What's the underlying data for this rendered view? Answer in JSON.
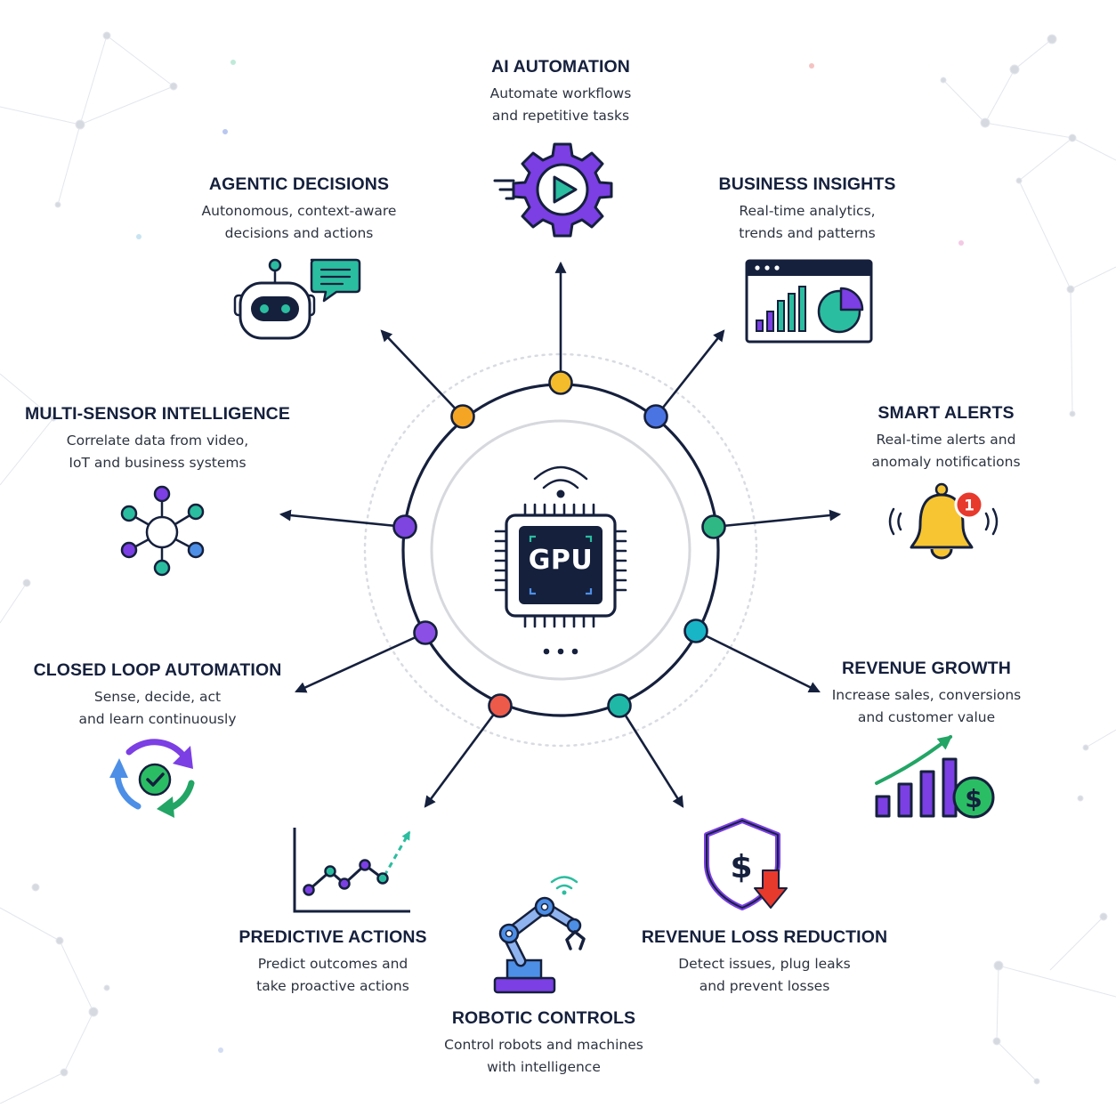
{
  "center": {
    "label": "GPU",
    "icons": [
      "wifi-icon",
      "chip-icon",
      "ellipsis-icon"
    ]
  },
  "nodes": [
    {
      "id": "ai-automation",
      "title": "AI AUTOMATION",
      "desc": [
        "Automate workflows",
        "and repetitive tasks"
      ],
      "icon": "gear-play-icon",
      "color": "#f4bb2a"
    },
    {
      "id": "business-insights",
      "title": "BUSINESS INSIGHTS",
      "desc": [
        "Real-time analytics,",
        "trends and patterns"
      ],
      "icon": "dashboard-chart-icon",
      "color": "#4b74e3"
    },
    {
      "id": "smart-alerts",
      "title": "SMART ALERTS",
      "desc": [
        "Real-time alerts and",
        "anomaly notifications"
      ],
      "icon": "bell-icon",
      "color": "#2fb884",
      "badge": "1"
    },
    {
      "id": "revenue-growth",
      "title": "REVENUE GROWTH",
      "desc": [
        "Increase sales, conversions",
        "and customer value"
      ],
      "icon": "growth-chart-icon",
      "color": "#18b5c7"
    },
    {
      "id": "revenue-loss-reduction",
      "title": "REVENUE LOSS REDUCTION",
      "desc": [
        "Detect issues, plug leaks",
        "and prevent losses"
      ],
      "icon": "shield-dollar-icon",
      "color": "#1fb8a6"
    },
    {
      "id": "robotic-controls",
      "title": "ROBOTIC CONTROLS",
      "desc": [
        "Control robots and machines",
        "with intelligence"
      ],
      "icon": "robot-arm-icon"
    },
    {
      "id": "predictive-actions",
      "title": "PREDICTIVE ACTIONS",
      "desc": [
        "Predict outcomes and",
        "take proactive actions"
      ],
      "icon": "trend-line-icon",
      "color": "#ee5a49"
    },
    {
      "id": "closed-loop-automation",
      "title": "CLOSED LOOP AUTOMATION",
      "desc": [
        "Sense, decide, act",
        "and learn continuously"
      ],
      "icon": "cycle-check-icon",
      "color": "#8b4fe6"
    },
    {
      "id": "multi-sensor-intelligence",
      "title": "MULTI-SENSOR INTELLIGENCE",
      "desc": [
        "Correlate data from video,",
        "IoT and business systems"
      ],
      "icon": "network-hub-icon",
      "color": "#7e45e0"
    },
    {
      "id": "agentic-decisions",
      "title": "AGENTIC DECISIONS",
      "desc": [
        "Autonomous, context-aware",
        "decisions and actions"
      ],
      "icon": "robot-chat-icon",
      "color": "#f4a523"
    }
  ],
  "colors": {
    "navy": "#15203d",
    "purple": "#7b3fe4",
    "green": "#22a565",
    "teal": "#2bbd9f",
    "blue": "#4d8fe6",
    "yellow": "#f7c531",
    "red": "#e8392d"
  }
}
